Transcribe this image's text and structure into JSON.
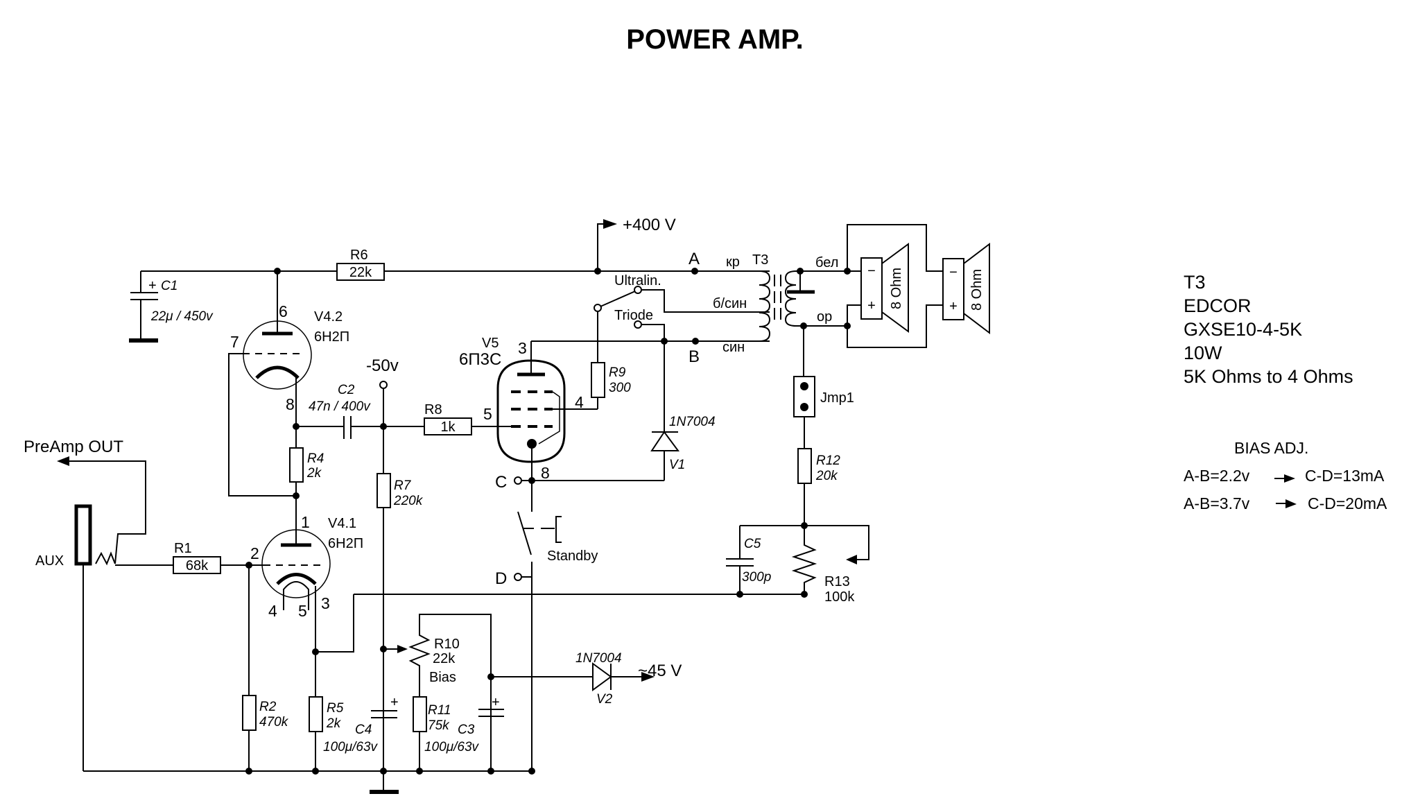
{
  "title": "POWER AMP.",
  "rails": {
    "b_plus": "+400 V",
    "neg_bias": "-50v",
    "bias_out": "~45 V",
    "preamp_out": "PreAmp OUT",
    "aux": "AUX"
  },
  "components": {
    "C1": {
      "ref": "C1",
      "value": "22μ / 450v",
      "plus": "+"
    },
    "C2": {
      "ref": "C2",
      "value": "47n / 400v"
    },
    "C3": {
      "ref": "C3",
      "value": "100μ/63v",
      "plus": "+"
    },
    "C4": {
      "ref": "C4",
      "value": "100μ/63v",
      "plus": "+"
    },
    "C5": {
      "ref": "C5",
      "value": "300p"
    },
    "R1": {
      "ref": "R1",
      "value": "68k"
    },
    "R2": {
      "ref": "R2",
      "value": "470k"
    },
    "R4": {
      "ref": "R4",
      "value": "2k"
    },
    "R5": {
      "ref": "R5",
      "value": "2k"
    },
    "R6": {
      "ref": "R6",
      "value": "22k"
    },
    "R7": {
      "ref": "R7",
      "value": "220k"
    },
    "R8": {
      "ref": "R8",
      "value": "1k"
    },
    "R9": {
      "ref": "R9",
      "value": "300"
    },
    "R10": {
      "ref": "R10",
      "value": "22k",
      "note": "Bias"
    },
    "R11": {
      "ref": "R11",
      "value": "75k"
    },
    "R12": {
      "ref": "R12",
      "value": "20k"
    },
    "R13": {
      "ref": "R13",
      "value": "100k"
    },
    "V1": {
      "ref": "V1",
      "part": "1N7004"
    },
    "V2": {
      "ref": "V2",
      "part": "1N7004"
    },
    "V4_1": {
      "ref": "V4.1",
      "part": "6Н2П",
      "pins": {
        "anode": "1",
        "grid": "2",
        "cathode": "3",
        "heater_a": "4",
        "heater_b": "5"
      }
    },
    "V4_2": {
      "ref": "V4.2",
      "part": "6Н2П",
      "pins": {
        "anode": "6",
        "grid": "7",
        "cathode": "8"
      }
    },
    "V5": {
      "ref": "V5",
      "part": "6П3С",
      "pins": {
        "anode": "3",
        "screen": "4",
        "grid": "5",
        "cathode": "8"
      }
    },
    "T3": {
      "ref": "T3",
      "leads": {
        "kr": "кр",
        "bsin": "б/син",
        "sin": "син",
        "bel": "бел",
        "or": "ор"
      }
    },
    "Jmp1": {
      "ref": "Jmp1"
    },
    "SP1": {
      "value": "8 Ohm",
      "minus": "−",
      "plus": "+"
    },
    "SP2": {
      "value": "8 Ohm",
      "minus": "−",
      "plus": "+"
    }
  },
  "switches": {
    "mode": {
      "ultralinear": "Ultralin.",
      "triode": "Triode"
    },
    "standby": "Standby"
  },
  "test_points": {
    "A": "A",
    "B": "B",
    "C": "C",
    "D": "D"
  },
  "transformer_notes": [
    "T3",
    "EDCOR",
    "GXSE10-4-5K",
    "10W",
    "5K Ohms to 4 Ohms"
  ],
  "bias_adj": {
    "heading": "BIAS ADJ.",
    "rows": [
      {
        "ab": "A-B=2.2v",
        "cd": "C-D=13mA"
      },
      {
        "ab": "A-B=3.7v",
        "cd": "C-D=20mA"
      }
    ]
  }
}
